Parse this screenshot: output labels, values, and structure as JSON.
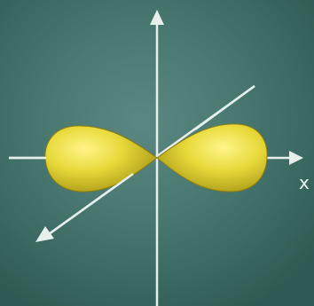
{
  "diagram": {
    "x_axis_label": "x",
    "colors": {
      "background": "#4a7a72",
      "axis": "#e6efec",
      "lobe": "#e8d93a",
      "lobe_highlight": "#fff58a",
      "lobe_shadow": "#9a8a10"
    },
    "arrowheads": [
      "up",
      "right",
      "down-left"
    ]
  }
}
